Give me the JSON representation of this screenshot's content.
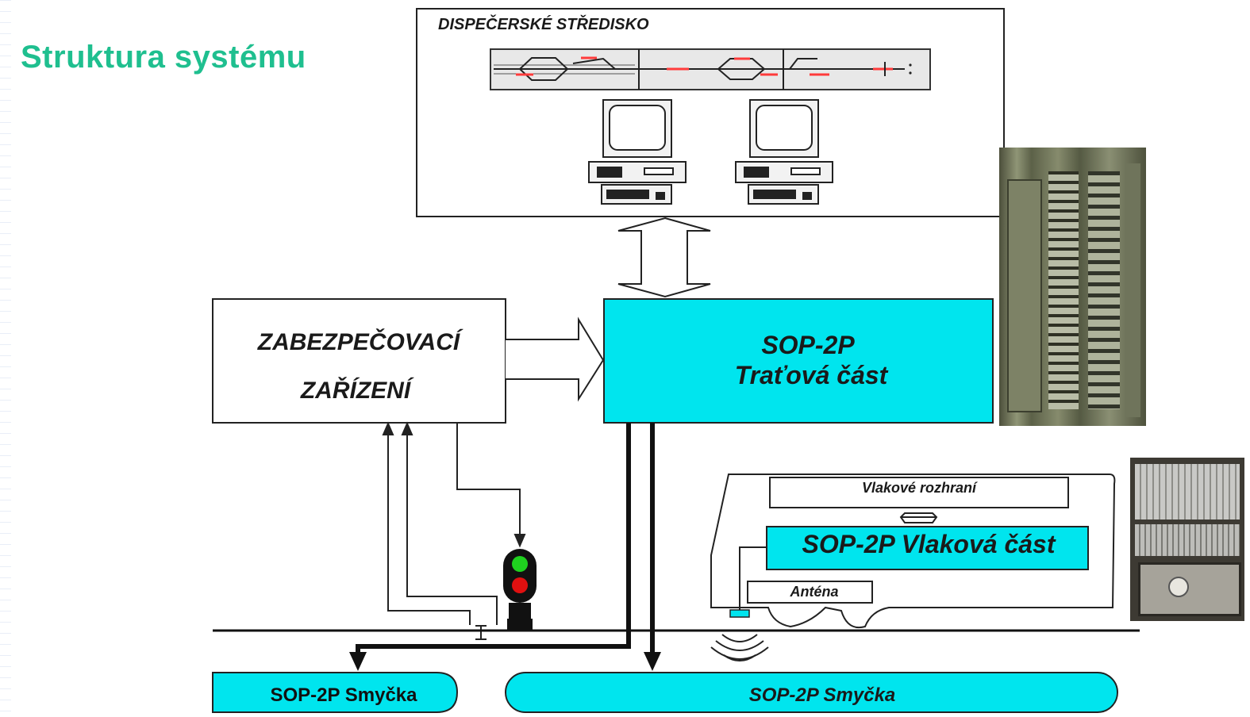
{
  "title": "Struktura  systému",
  "dispatch_center": {
    "label": "DISPEČERSKÉ STŘEDISKO"
  },
  "security_device": {
    "line1": "ZABEZPEČOVACÍ",
    "line2": "ZAŘÍZENÍ"
  },
  "trackside_unit": {
    "line1": "SOP-2P",
    "line2": "Traťová část",
    "color": "#00e5ee"
  },
  "train": {
    "interface_label": "Vlakové rozhraní",
    "onboard_unit_label": "SOP-2P Vlaková část",
    "antenna_label": "Anténa"
  },
  "loops": {
    "left_label": "SOP-2P  Smyčka",
    "right_label": "SOP-2P Smyčka",
    "color": "#00e5ee"
  },
  "colors": {
    "accent_title": "#1fbf8f",
    "signal_green": "#1fd11f",
    "signal_red": "#e01010",
    "track_red": "#ff3b3b"
  },
  "photos": [
    "rack-cabinet-photo",
    "onboard-unit-photo"
  ]
}
